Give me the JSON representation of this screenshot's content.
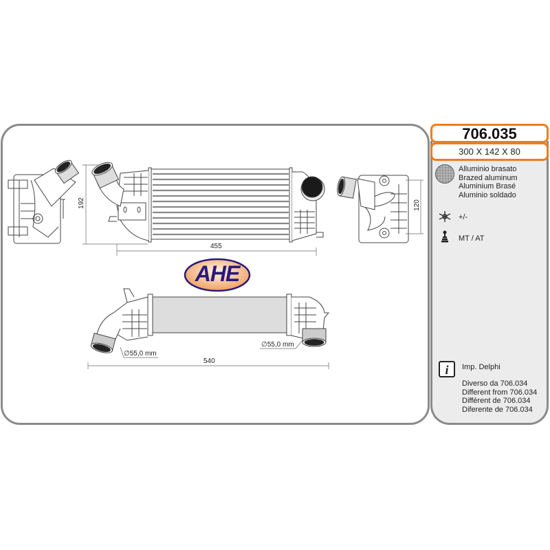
{
  "product": {
    "part_number": "706.035",
    "dimensions": "300 X 142 X 80"
  },
  "info": {
    "material": {
      "icon": "brazed-aluminum-icon",
      "lines": [
        "Alluminio brasato",
        "Brazed aluminum",
        "Aluminium Brasé",
        "Aluminio soldado"
      ]
    },
    "climate": {
      "icon": "snowflake-icon",
      "value": "+/-"
    },
    "transmission": {
      "icon": "gear-shift-icon",
      "value": "MT / AT"
    },
    "notes": {
      "icon": "info-icon",
      "title": "Imp. Delphi",
      "lines": [
        "Diverso da 706.034",
        "Different from 706.034",
        "Différent de 706.034",
        "Diferente de 706.034"
      ]
    }
  },
  "drawing": {
    "dim_height": "192",
    "dim_width_core": "455",
    "dim_side_height": "120",
    "dim_total_length": "540",
    "inlet_diameter_left": "∅55,0 mm",
    "inlet_diameter_right": "∅55,0 mm"
  },
  "logo": {
    "text": "AHE",
    "text_color": "#2a1a7a",
    "fill_color": "#f0a060",
    "border_color": "#2a1a7a"
  },
  "colors": {
    "accent_orange": "#f07c1a",
    "frame_gray": "#8a8a8a",
    "panel_bg": "#ececec"
  }
}
